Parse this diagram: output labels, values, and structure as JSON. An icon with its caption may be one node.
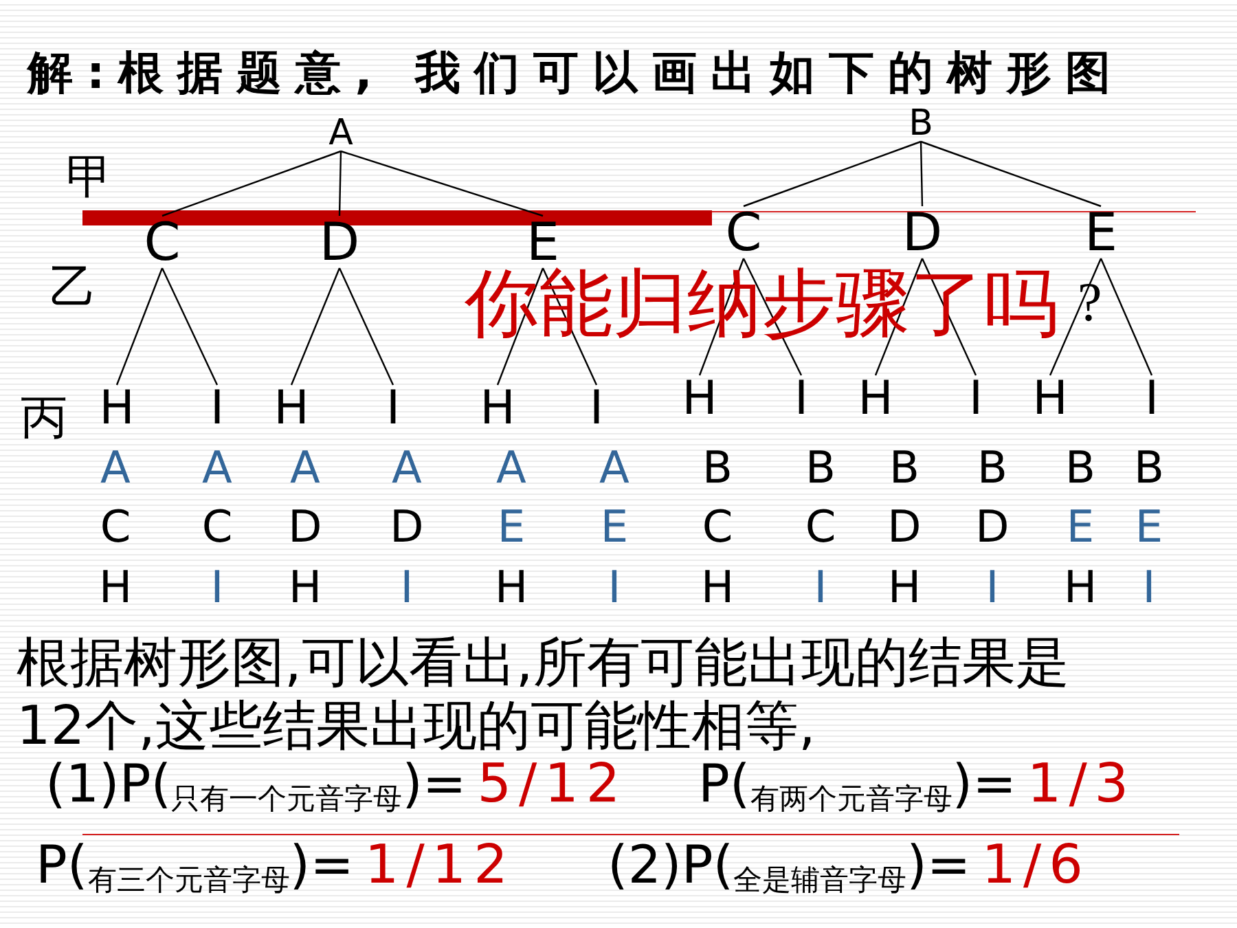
{
  "diagram": {
    "title": "解:根据题意, 我们可以画出如下的树形图",
    "nodes": [
      {
        "text": [
          "A"
        ]
      },
      {
        "text": [
          "B"
        ]
      },
      {
        "text": [
          "C"
        ]
      },
      {
        "text": [
          "D"
        ]
      },
      {
        "text": [
          "E"
        ]
      },
      {
        "text": [
          "C"
        ]
      },
      {
        "text": [
          "D"
        ]
      },
      {
        "text": [
          "E"
        ]
      },
      {
        "text": [
          "H"
        ]
      },
      {
        "text": [
          "I"
        ]
      },
      {
        "text": [
          "H"
        ]
      },
      {
        "text": [
          "I"
        ]
      },
      {
        "text": [
          "H"
        ]
      },
      {
        "text": [
          "I"
        ]
      },
      {
        "text": [
          "H"
        ]
      },
      {
        "text": [
          "I"
        ]
      },
      {
        "text": [
          "H"
        ]
      },
      {
        "text": [
          "I"
        ]
      },
      {
        "text": [
          "H"
        ]
      },
      {
        "text": [
          "I"
        ]
      }
    ],
    "edges": [
      {
        "from": 0,
        "to": 2,
        "arrow": "none"
      },
      {
        "from": 0,
        "to": 3,
        "arrow": "none"
      },
      {
        "from": 0,
        "to": 4,
        "arrow": "none"
      },
      {
        "from": 1,
        "to": 5,
        "arrow": "none"
      },
      {
        "from": 1,
        "to": 6,
        "arrow": "none"
      },
      {
        "from": 1,
        "to": 7,
        "arrow": "none"
      },
      {
        "from": 2,
        "to": 8,
        "arrow": "none"
      },
      {
        "from": 2,
        "to": 9,
        "arrow": "none"
      },
      {
        "from": 3,
        "to": 10,
        "arrow": "none"
      },
      {
        "from": 3,
        "to": 11,
        "arrow": "none"
      },
      {
        "from": 4,
        "to": 12,
        "arrow": "none"
      },
      {
        "from": 4,
        "to": 13,
        "arrow": "none"
      },
      {
        "from": 5,
        "to": 14,
        "arrow": "none"
      },
      {
        "from": 5,
        "to": 15,
        "arrow": "none"
      },
      {
        "from": 6,
        "to": 16,
        "arrow": "none"
      },
      {
        "from": 6,
        "to": 17,
        "arrow": "none"
      },
      {
        "from": 7,
        "to": 18,
        "arrow": "none"
      },
      {
        "from": 7,
        "to": 19,
        "arrow": "none"
      }
    ],
    "labels": [
      "甲",
      "乙",
      "你能归纳步骤了吗",
      "?",
      "丙",
      "A",
      "A",
      "A",
      "A",
      "A",
      "A",
      "B",
      "B",
      "B",
      "B",
      "B",
      "B",
      "C",
      "C",
      "D",
      "D",
      "E",
      "E",
      "C",
      "C",
      "D",
      "D",
      "E",
      "E",
      "H",
      "I",
      "H",
      "I",
      "H",
      "I",
      "H",
      "I",
      "H",
      "I",
      "H",
      "I",
      "根据树形图,可以看出,所有可能出现的结果是12个,这些结果出现的可能性相等,",
      "(1)P($_{只有一个元音字母}$)=",
      "5/12",
      "P($_{有两个元音字母}$)=",
      "1/3",
      "P($_{有三个元音字母}$)=",
      "1/12",
      "(2)P($_{全是辅音字母}$)=",
      "1/6"
    ]
  }
}
